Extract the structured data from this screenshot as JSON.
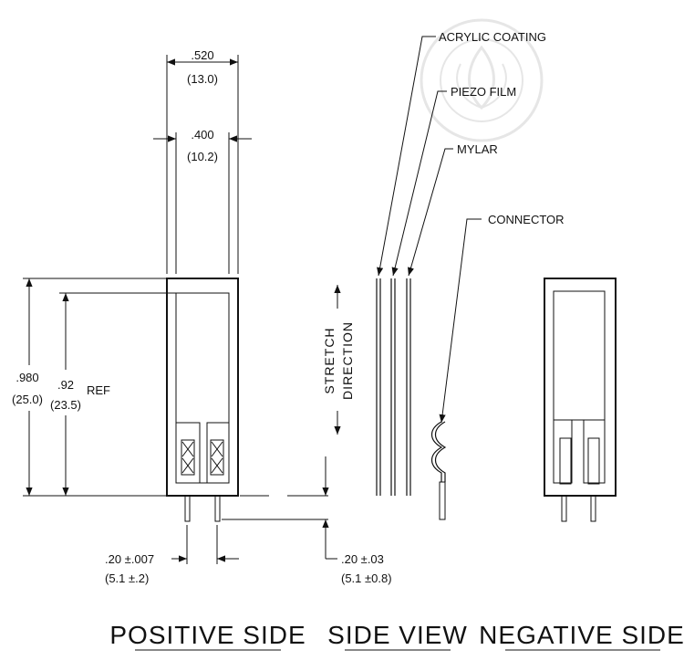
{
  "positive_side": {
    "width_outer": ".520",
    "width_outer_mm": "(13.0)",
    "width_inner": ".400",
    "width_inner_mm": "(10.2)",
    "height_outer": ".980",
    "height_outer_mm": "(25.0)",
    "height_inner": ".92",
    "height_inner_mm": "(23.5)",
    "ref": "REF",
    "pin_spacing": ".20 ±.007",
    "pin_spacing_mm": "(5.1 ±.2)"
  },
  "side_view": {
    "acrylic_coating": "ACRYLIC COATING",
    "piezo_film": "PIEZO FILM",
    "mylar": "MYLAR",
    "connector": "CONNECTOR",
    "stretch": "STRETCH",
    "direction": "DIRECTION",
    "pin_length": ".20 ±.03",
    "pin_length_mm": "(5.1 ±0.8)"
  },
  "titles": {
    "positive": "POSITIVE SIDE",
    "side": "SIDE VIEW",
    "negative": "NEGATIVE SIDE"
  }
}
